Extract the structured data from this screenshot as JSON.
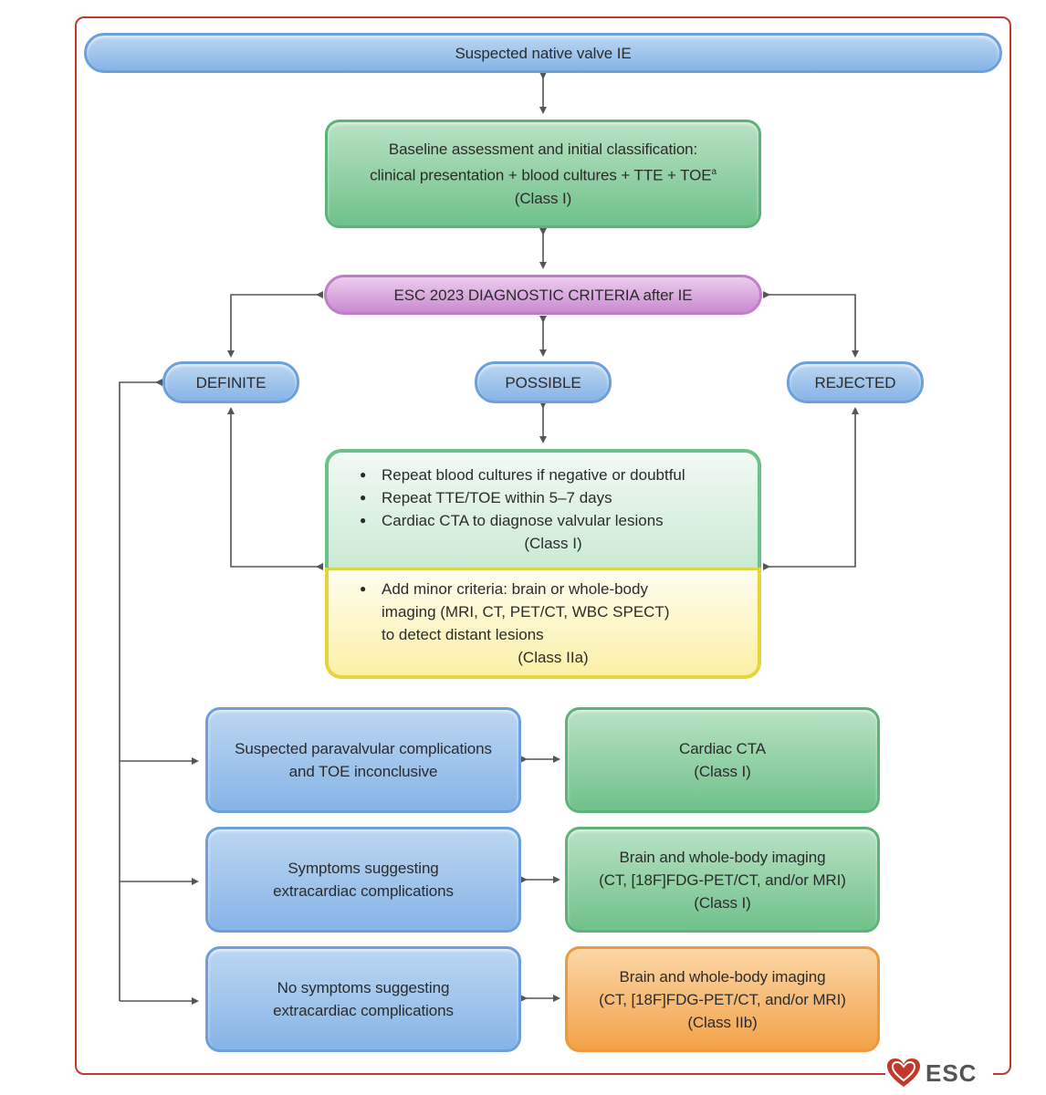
{
  "boxes": {
    "top": "Suspected native valve IE",
    "baseline": [
      "Baseline assessment and initial classification:",
      "clinical presentation + blood cultures + TTE + TOE",
      "a",
      "(Class I)"
    ],
    "criteria": "ESC 2023 DIAGNOSTIC CRITERIA after IE",
    "definite": "DEFINITE",
    "possible": "POSSIBLE",
    "rejected": "REJECTED"
  },
  "possible_workup": {
    "items": [
      "Repeat blood cultures if negative or doubtful",
      "Repeat TTE/TOE within 5–7  days",
      "Cardiac CTA to diagnose valvular lesions"
    ],
    "class": "(Class I)",
    "minor": [
      "Add minor criteria:  brain or whole-body",
      "imaging (MRI, CT, PET/CT,  WBC SPECT)",
      "to detect distant lesions"
    ],
    "minor_class": "(Class IIa)"
  },
  "rows": [
    {
      "left": [
        "Suspected paravalvular complications",
        "and TOE inconclusive"
      ],
      "right": [
        "Cardiac CTA",
        "(Class I)"
      ]
    },
    {
      "left": [
        "Symptoms suggesting",
        "extracardiac complications"
      ],
      "right": [
        "Brain and whole-body imaging",
        "(CT, [18F]FDG-PET/CT, and/or MRI)",
        "(Class I)"
      ]
    },
    {
      "left": [
        "No symptoms suggesting",
        "extracardiac complications"
      ],
      "right": [
        "Brain and whole-body imaging",
        "(CT, [18F]FDG-PET/CT, and/or MRI)",
        "(Class IIb)"
      ]
    }
  ],
  "logo": "ESC",
  "colors": {
    "frame": "#c0392b",
    "blue": "#86b4e6",
    "green": "#6fc18a",
    "purple": "#c98bd0",
    "orange": "#f3a24a",
    "yellow": "#fbf0a6",
    "arrow": "#555555"
  }
}
